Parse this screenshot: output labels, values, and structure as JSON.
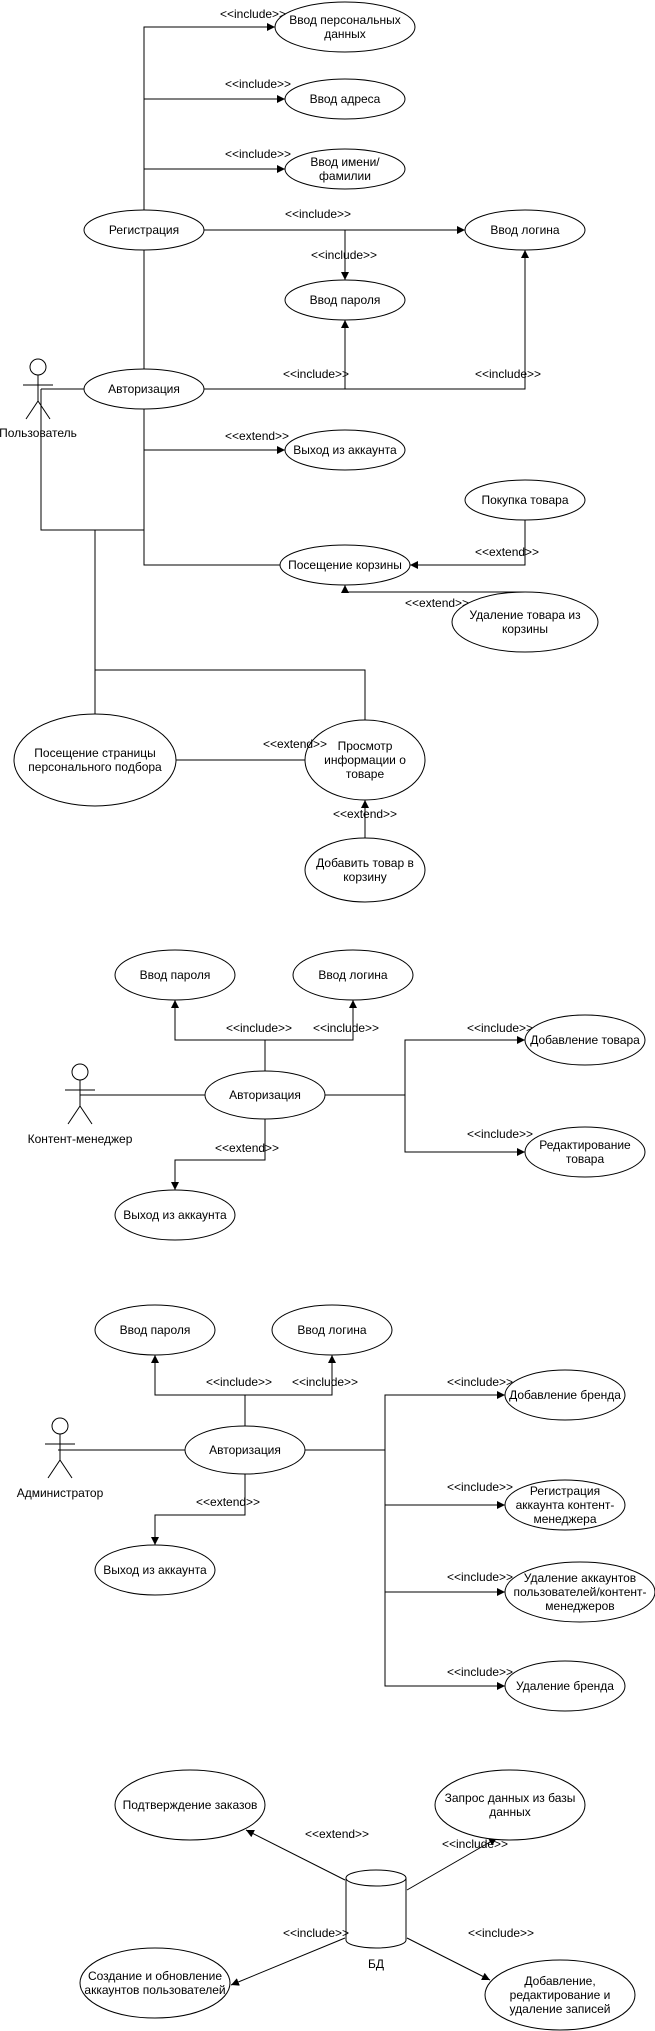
{
  "actors": {
    "user": "Пользователь",
    "content_manager": "Контент-менеджер",
    "admin": "Администратор",
    "database": "БД"
  },
  "stereotypes": {
    "include": "<<include>>",
    "extend": "<<extend>>"
  },
  "use_cases": {
    "personal_data": [
      "Ввод персональных",
      "данных"
    ],
    "address": [
      "Ввод адреса"
    ],
    "name_surname": [
      "Ввод имени/",
      "фамилии"
    ],
    "registration": [
      "Регистрация"
    ],
    "login_input": [
      "Ввод логина"
    ],
    "password_input": [
      "Ввод пароля"
    ],
    "authorization": [
      "Авторизация"
    ],
    "logout": [
      "Выход из аккаунта"
    ],
    "buy_product": [
      "Покупка товара"
    ],
    "visit_cart": [
      "Посещение корзины"
    ],
    "remove_from_cart": [
      "Удаление товара из",
      "корзины"
    ],
    "personal_selection": [
      "Посещение страницы",
      "персонального подбора"
    ],
    "view_product": [
      "Просмотр",
      "информации о",
      "товаре"
    ],
    "add_to_cart": [
      "Добавить товар в",
      "корзину"
    ],
    "add_product": [
      "Добавление товара"
    ],
    "edit_product": [
      "Редактирование",
      "товара"
    ],
    "add_brand": [
      "Добавление бренда"
    ],
    "register_cm": [
      "Регистрация",
      "аккаунта контент-",
      "менеджера"
    ],
    "delete_accounts": [
      "Удаление аккаунтов",
      "пользователей/контент-",
      "менеджеров"
    ],
    "delete_brand": [
      "Удаление бренда"
    ],
    "confirm_orders": [
      "Подтверждение заказов"
    ],
    "query_db": [
      "Запрос данных из базы",
      "данных"
    ],
    "create_user_accounts": [
      "Создание и обновление",
      "аккаунтов пользователей"
    ],
    "edit_records": [
      "Добавление,",
      "редактирование и",
      "удаление записей"
    ]
  }
}
